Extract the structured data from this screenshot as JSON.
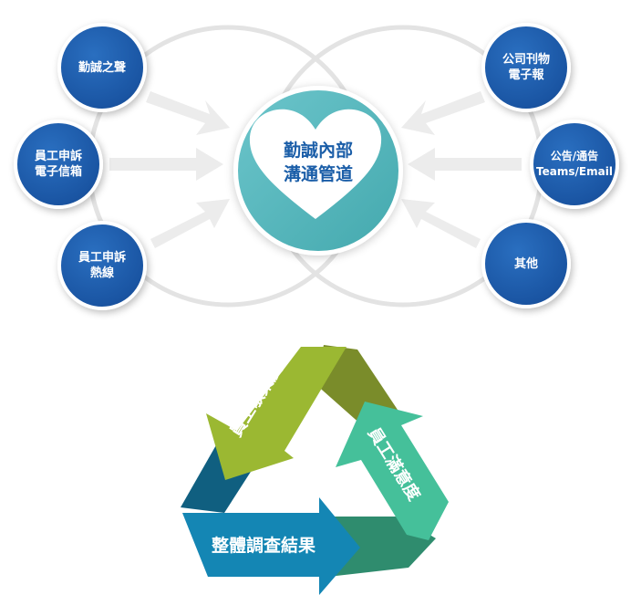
{
  "hub": {
    "line1": "勤誠內部",
    "line2": "溝通管道"
  },
  "left_nodes": [
    {
      "lines": [
        "勤誠之聲"
      ]
    },
    {
      "lines": [
        "員工申訴",
        "電子信箱"
      ]
    },
    {
      "lines": [
        "員工申訴",
        "熱線"
      ]
    }
  ],
  "right_nodes": [
    {
      "lines": [
        "公司刊物",
        "電子報"
      ]
    },
    {
      "lines": [
        "公告/通告",
        "Teams/Email"
      ]
    },
    {
      "lines": [
        "其他"
      ]
    }
  ],
  "cycle": {
    "engagement": "員工敬業度",
    "satisfaction": "員工滿意度",
    "survey": "整體調查結果"
  },
  "colors": {
    "node": "#1a55a3",
    "hub": "#55b8bd",
    "green": "#9bb832",
    "olive": "#7a8c2a",
    "teal": "#45c09a",
    "darkgreen": "#2f8c6e",
    "blue": "#1486b4",
    "darkblue": "#105f80"
  }
}
